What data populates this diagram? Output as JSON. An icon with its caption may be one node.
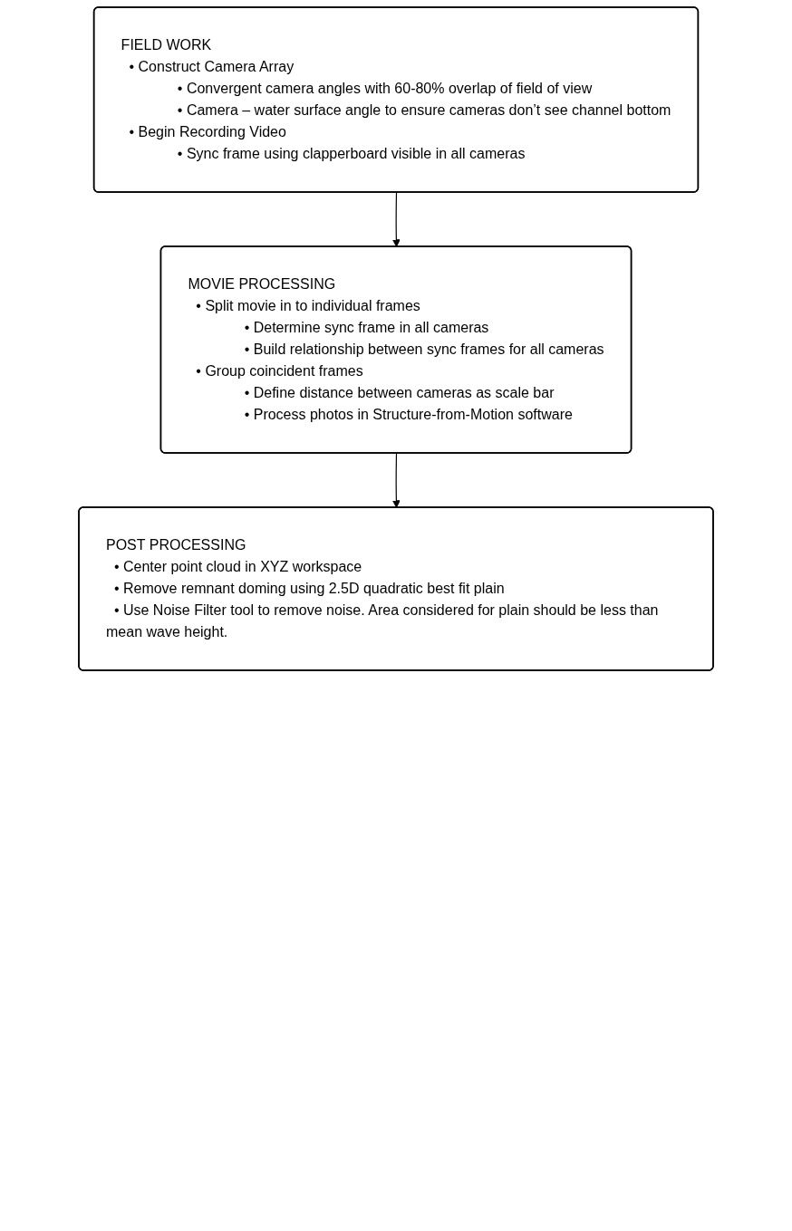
{
  "diagram": {
    "nodes": [
      {
        "text": [
          "FIELD WORK",
          "• Construct Camera Array",
          "• Convergent camera angles with 60-80% overlap of field of view",
          "• Camera – water surface angle to ensure cameras don’t see channel bottom",
          "• Begin Recording Video",
          "• Sync frame using clapperboard visible in all cameras"
        ]
      },
      {
        "text": [
          "MOVIE PROCESSING",
          "• Split movie in to individual frames",
          "• Determine sync frame in all cameras",
          "• Build relationship between sync frames for all cameras",
          "• Group coincident frames",
          "• Define distance between cameras as scale bar",
          "• Process photos in Structure-from-Motion software"
        ]
      },
      {
        "text": [
          "POST PROCESSING",
          "• Center point cloud in XYZ workspace",
          "• Remove remnant doming using 2.5D quadratic best fit plain",
          "• Use Noise Filter tool to remove noise. Area considered for plain should be less than mean wave height."
        ]
      }
    ],
    "edges": [
      {
        "from": 0,
        "to": 1,
        "arrow": "to"
      },
      {
        "from": 1,
        "to": 2,
        "arrow": "to"
      }
    ]
  }
}
